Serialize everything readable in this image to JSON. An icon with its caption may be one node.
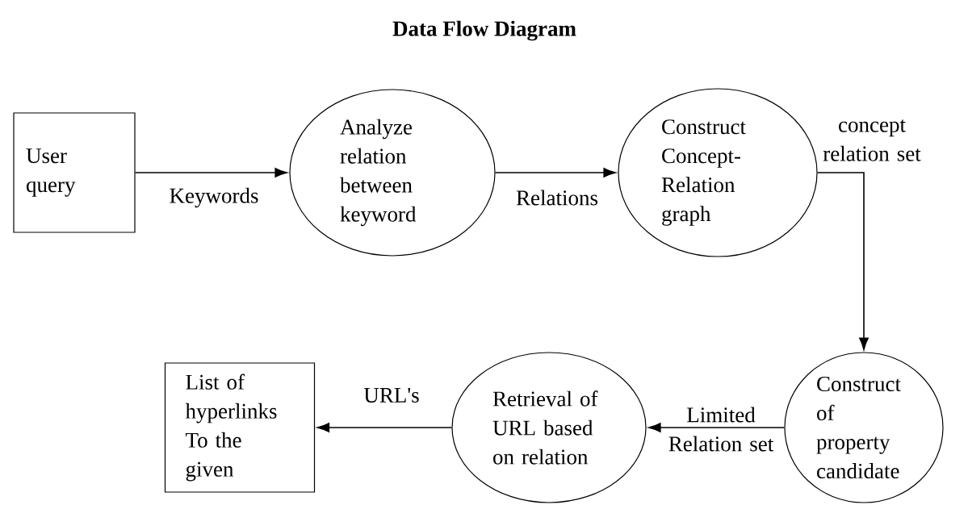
{
  "diagram": {
    "title": "Data Flow Diagram",
    "nodes": [
      {
        "text": [
          "User query"
        ]
      },
      {
        "text": [
          "Analyze relation between keyword"
        ]
      },
      {
        "text": [
          "Construct Concept-Relation graph"
        ]
      },
      {
        "text": [
          "Construct of property candidate"
        ]
      },
      {
        "text": [
          "Retrieval of URL based on relation"
        ]
      },
      {
        "text": [
          "List of hyperlinks To the given"
        ]
      }
    ],
    "edges": [
      {
        "from": 0,
        "to": 1,
        "arrow": "to",
        "label": "Keywords"
      },
      {
        "from": 1,
        "to": 2,
        "arrow": "to",
        "label": "Relations"
      },
      {
        "from": 2,
        "to": 3,
        "arrow": "to",
        "label": "concept relation set"
      },
      {
        "from": 3,
        "to": 4,
        "arrow": "to",
        "label": "Limited Relation set"
      },
      {
        "from": 4,
        "to": 5,
        "arrow": "to",
        "label": "URL's"
      }
    ]
  }
}
